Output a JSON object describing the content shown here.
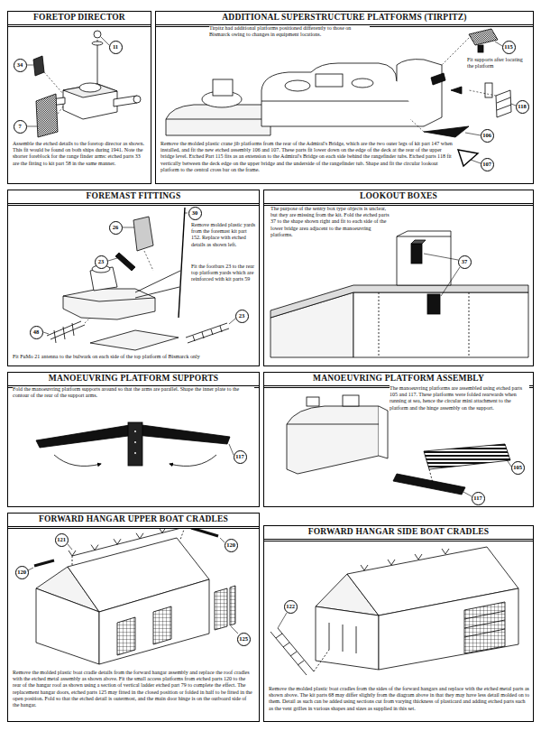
{
  "diagram": {
    "nodes": [
      {
        "text": [
          "FORETOP DIRECTOR",
          "Assemble the etched details to the foretop director as shown. This fit would be found on both ships during 1941. Note the shorter foreblock for the range finder arms: etched parts 33 are the fitting to kit part 58 in the same manner."
        ]
      },
      {
        "text": [
          "11"
        ],
        "in": 0
      },
      {
        "text": [
          "34"
        ],
        "in": 0
      },
      {
        "text": [
          "7"
        ],
        "in": 0
      },
      {
        "text": [
          "ADDITIONAL SUPERSTRUCTURE PLATFORMS (TIRPITZ)",
          "Tirpitz had additional platforms positioned differently to those on Bismarck owing to changes in equipment locations.",
          "Fit supports after locating the platform",
          "Remove the molded plastic crane jib platforms from the rear of the Admiral's Bridge, which are the two outer legs of kit part 147 when installed, and fit the new etched assembly 106 and 107. These parts fit lower down on the edge of the deck at the rear of the upper bridge level. Etched Part 115 fits as an extension to the Admiral's Bridge on each side behind the rangefinder tubs. Etched parts 118 fit vertically between the deck edge on the upper bridge and the underside of the rangefinder tub. Shape and fit the circular lookout platform to the central cross bar on the frame."
        ]
      },
      {
        "text": [
          "115"
        ],
        "in": 4
      },
      {
        "text": [
          "118"
        ],
        "in": 4
      },
      {
        "text": [
          "106"
        ],
        "in": 4
      },
      {
        "text": [
          "107"
        ],
        "in": 4
      },
      {
        "text": [
          "FOREMAST FITTINGS",
          "Remove molded plastic yards from the foremast kit part 152. Replace with etched details as shown left.",
          "Fit the footbars 23 to the rear top platform yards which are reinforced with kit parts 59",
          "Fit FuMo 21 antenna to the bulwark on each side of the top platform of Bismarck only"
        ]
      },
      {
        "text": [
          "30"
        ],
        "in": 9
      },
      {
        "text": [
          "26"
        ],
        "in": 9
      },
      {
        "text": [
          "23"
        ],
        "in": 9
      },
      {
        "text": [
          "48"
        ],
        "in": 9
      },
      {
        "text": [
          "23"
        ],
        "in": 9
      },
      {
        "text": [
          "LOOKOUT BOXES",
          "The purpose of the sentry box type objects is unclear, but they are missing from the kit. Fold the etched parts 37 to the shape shown right and fit to each side of the lower bridge area adjacent to the manoeuvring platforms."
        ]
      },
      {
        "text": [
          "37"
        ],
        "in": 15
      },
      {
        "text": [
          "MANOEUVRING PLATFORM SUPPORTS",
          "Fold the manoeuvring platform supports around so that the arms are parallel. Shape the inner plate to the contour of the rear of the support arms."
        ]
      },
      {
        "text": [
          "117"
        ],
        "in": 17
      },
      {
        "text": [
          "MANOEUVRING PLATFORM ASSEMBLY",
          "The manoeuvring platforms are assembled using etched parts 105 and 117. These platforms were folded rearwards when running at sea, hence the circular mini attachment to the platform and the hinge assembly on the support."
        ]
      },
      {
        "text": [
          "105"
        ],
        "in": 19
      },
      {
        "text": [
          "117"
        ],
        "in": 19
      },
      {
        "text": [
          "FORWARD HANGAR UPPER BOAT CRADLES",
          "Remove the molded plastic boat cradle details from the forward hangar assembly and replace the roof cradles with the etched metal assembly as shown above. Fit the small access platforms from etched parts 120 to the rear of the hangar roof as shown using a section of vertical ladder etched part 79 to complete the effect. The replacement hangar doors, etched parts 125 may fitted in the closed position or folded in half to be fitted in the open position. Fold so that the etched detail is outermost, and the main door hinge is on the outboard side of the hangar."
        ]
      },
      {
        "text": [
          "121"
        ],
        "in": 22
      },
      {
        "text": [
          "120"
        ],
        "in": 22
      },
      {
        "text": [
          "120"
        ],
        "in": 22
      },
      {
        "text": [
          "125"
        ],
        "in": 22
      },
      {
        "text": [
          "FORWARD HANGAR SIDE BOAT CRADLES",
          "Remove the molded plastic boat cradles from the sides of the forward hangars and replace with the etched metal parts as shown above. The kit parts 68 may differ slightly from the diagram above in that they may have less detail molded on to them. Detail as such can be added using sections cut from varying thickness of plasticard and adding etched parts such as the vent grilles in various shapes and sizes as supplied in this set."
        ]
      },
      {
        "text": [
          "122"
        ],
        "in": 27
      }
    ]
  }
}
